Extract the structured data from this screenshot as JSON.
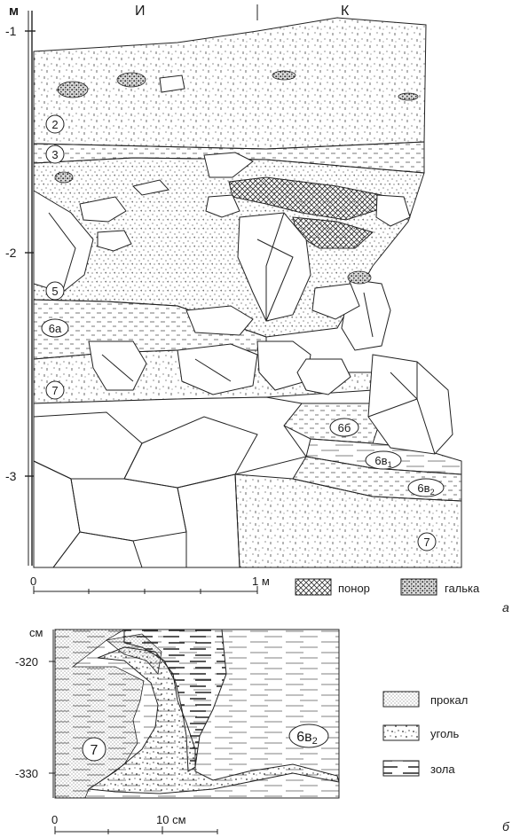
{
  "panel_a": {
    "unit_label": "м",
    "col_labels": [
      "И",
      "К"
    ],
    "depth_ticks": [
      "-1",
      "-2",
      "-3"
    ],
    "layers": [
      "2",
      "3",
      "5",
      "6а",
      "7",
      "6б",
      "6в",
      "1",
      "6в",
      "2",
      "7"
    ],
    "scale_labels": [
      "0",
      "1 м"
    ],
    "legend": [
      "понор",
      "галька"
    ],
    "panel_letter": "а"
  },
  "panel_b": {
    "unit_label": "см",
    "depth_ticks": [
      "-320",
      "-330"
    ],
    "layers": [
      "7",
      "6в",
      "2"
    ],
    "scale_labels": [
      "0",
      "10 см"
    ],
    "legend": [
      "прокал",
      "уголь",
      "зола"
    ],
    "panel_letter": "б"
  }
}
